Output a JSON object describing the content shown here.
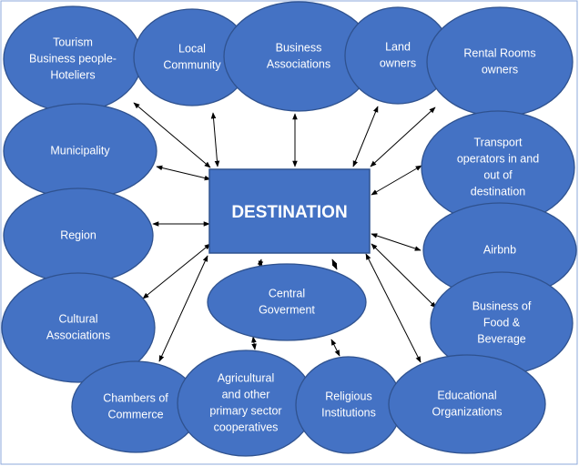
{
  "center": {
    "label": "DESTINATION"
  },
  "stakeholders": [
    {
      "id": "tourism",
      "lines": [
        "Tourism",
        "Business people-",
        "Hoteliers"
      ]
    },
    {
      "id": "local-community",
      "lines": [
        "Local",
        "Community"
      ]
    },
    {
      "id": "business-associations",
      "lines": [
        "Business",
        "Associations"
      ]
    },
    {
      "id": "land-owners",
      "lines": [
        "Land",
        "owners"
      ]
    },
    {
      "id": "rental-rooms-owners",
      "lines": [
        "Rental Rooms",
        "owners"
      ]
    },
    {
      "id": "municipality",
      "lines": [
        "Municipality"
      ]
    },
    {
      "id": "transport-operators",
      "lines": [
        "Transport",
        "operators in and",
        "out of",
        "destination"
      ]
    },
    {
      "id": "region",
      "lines": [
        "Region"
      ]
    },
    {
      "id": "airbnb",
      "lines": [
        "Airbnb"
      ]
    },
    {
      "id": "central-goverment",
      "lines": [
        "Central",
        "Goverment"
      ]
    },
    {
      "id": "cultural-associations",
      "lines": [
        "Cultural",
        "Associations"
      ]
    },
    {
      "id": "business-food-beverage",
      "lines": [
        "Business of",
        "Food &",
        "Beverage"
      ]
    },
    {
      "id": "chambers-of-commerce",
      "lines": [
        "Chambers of",
        "Commerce"
      ]
    },
    {
      "id": "agricultural-cooperatives",
      "lines": [
        "Agricultural",
        "and other",
        "primary sector",
        "cooperatives"
      ]
    },
    {
      "id": "religious-institutions",
      "lines": [
        "Religious",
        "Institutions"
      ]
    },
    {
      "id": "educational-organizations",
      "lines": [
        "Educational",
        "Organizations"
      ]
    }
  ],
  "colors": {
    "node_fill": "#4472c4",
    "node_stroke": "#2f528f",
    "text": "#ffffff",
    "arrow": "#000000"
  }
}
